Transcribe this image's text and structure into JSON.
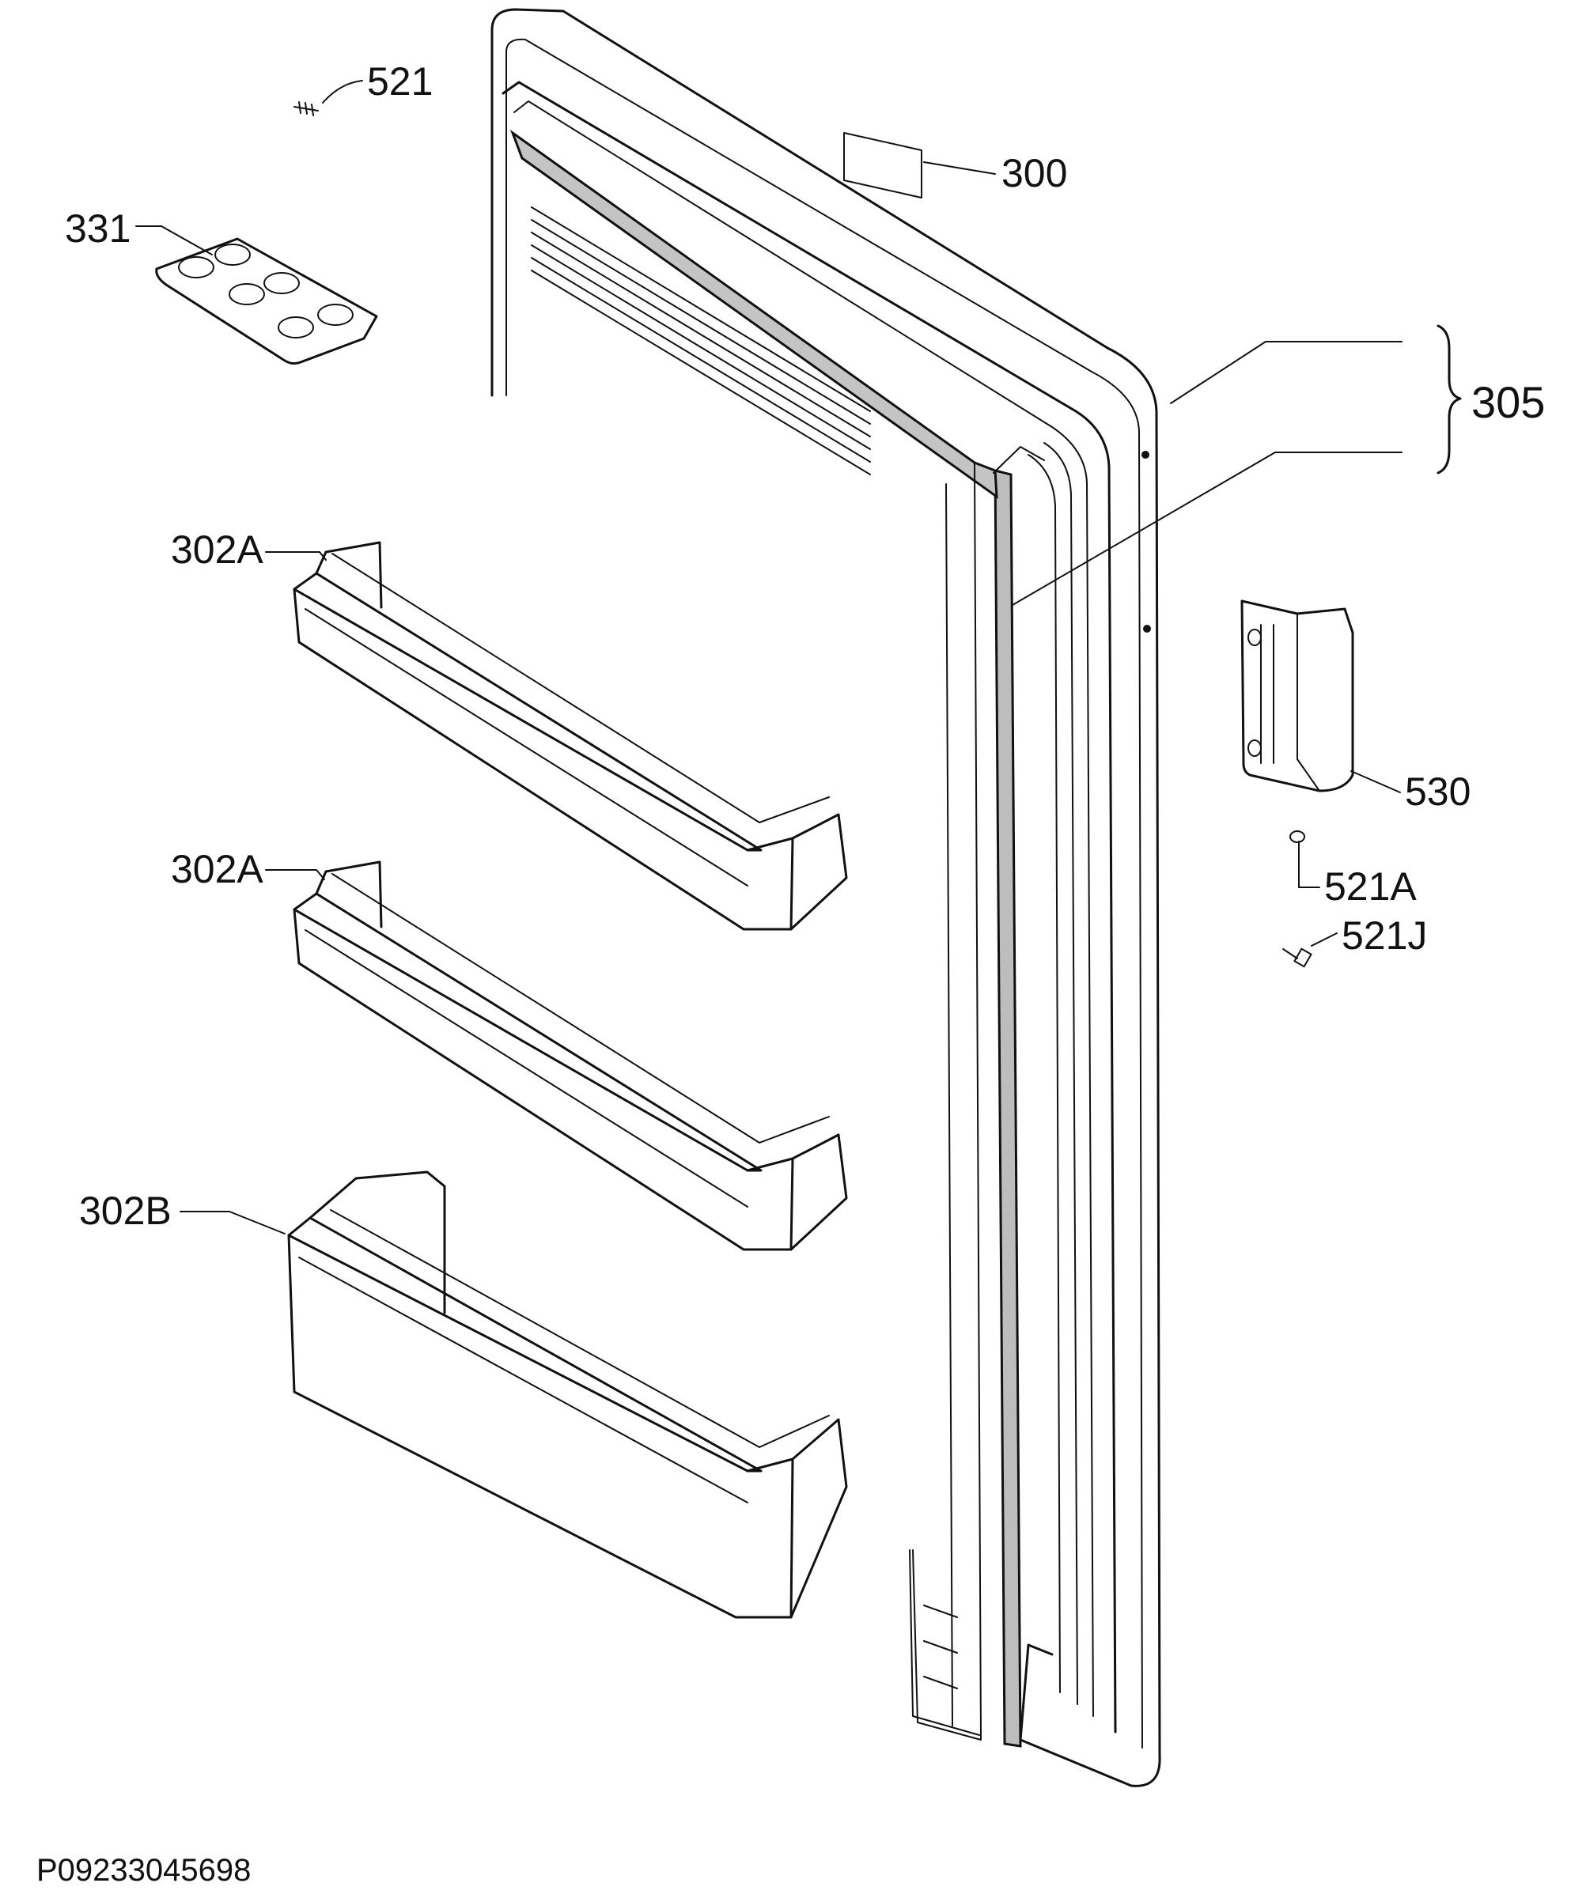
{
  "callouts": {
    "screw_top": "521",
    "rating_label": "300",
    "egg_tray": "331",
    "door_assembly": "305",
    "shelf_upper": "302A",
    "shelf_middle": "302A",
    "shelf_lower": "302B",
    "handle": "530",
    "cap": "521A",
    "screw_handle": "521J"
  },
  "drawing_code": "P09233045698"
}
